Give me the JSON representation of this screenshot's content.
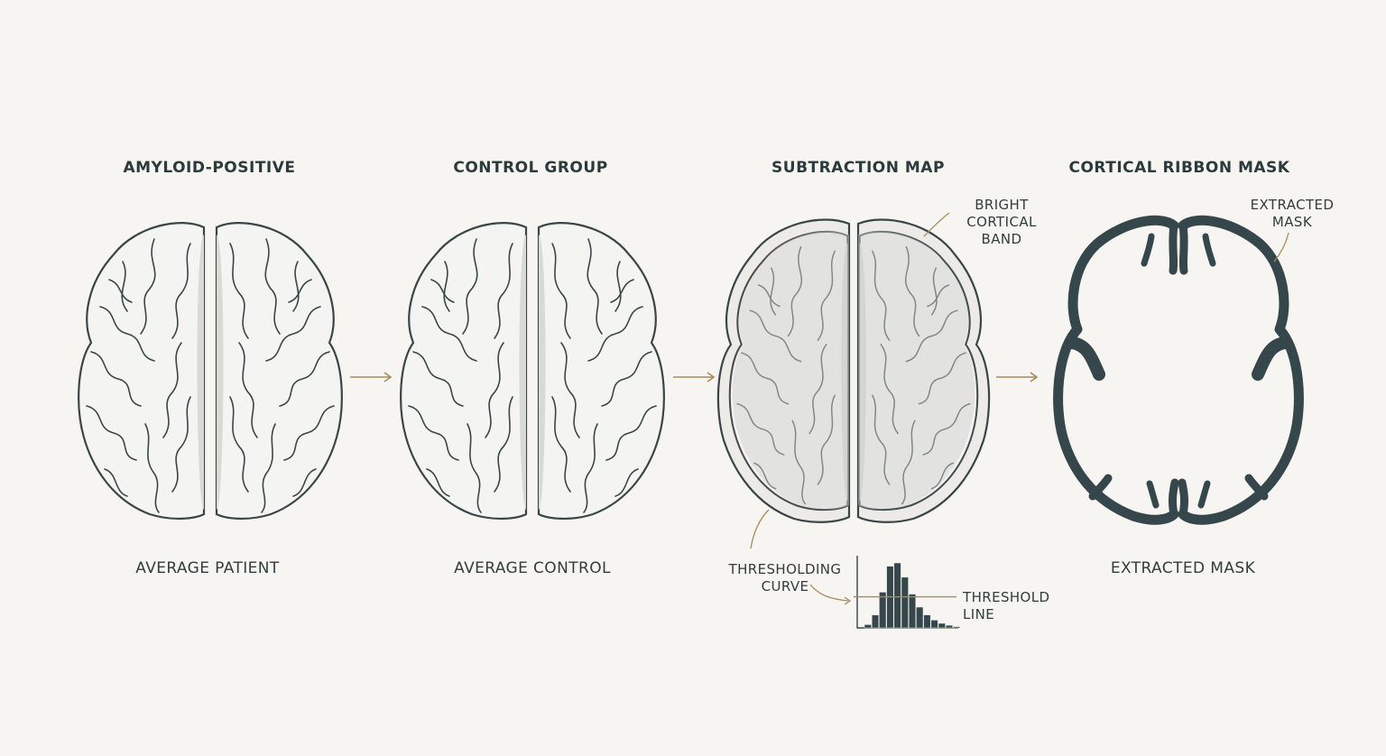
{
  "panels": [
    {
      "title": "AMYLOID-POSITIVE",
      "caption": "AVERAGE PATIENT"
    },
    {
      "title": "CONTROL GROUP",
      "caption": "AVERAGE CONTROL"
    },
    {
      "title": "SUBTRACTION MAP",
      "caption": ""
    },
    {
      "title": "CORTICAL RIBBON MASK",
      "caption": "EXTRACTED MASK"
    }
  ],
  "annotations": {
    "bright_band": [
      "BRIGHT",
      "CORTICAL",
      "BAND"
    ],
    "extracted_mask": [
      "EXTRACTED",
      "MASK"
    ],
    "thresholding_curve": [
      "THRESHOLDING",
      "CURVE"
    ],
    "threshold_line": [
      "THRESHOLD",
      "LINE"
    ]
  },
  "histogram": {
    "relative_heights": [
      0.05,
      0.2,
      0.55,
      0.95,
      1.0,
      0.78,
      0.52,
      0.32,
      0.2,
      0.12,
      0.07,
      0.04,
      0.02
    ],
    "threshold_level": 0.45
  },
  "colors": {
    "background": "#f6f5f1",
    "outline": "#3a4646",
    "brain_fill": "#f4f4f2",
    "brain_shade": "#d9d9d6",
    "subtraction_fill": "#d6d6d3",
    "mask": "#35474a",
    "arrow": "#a58c5e"
  }
}
